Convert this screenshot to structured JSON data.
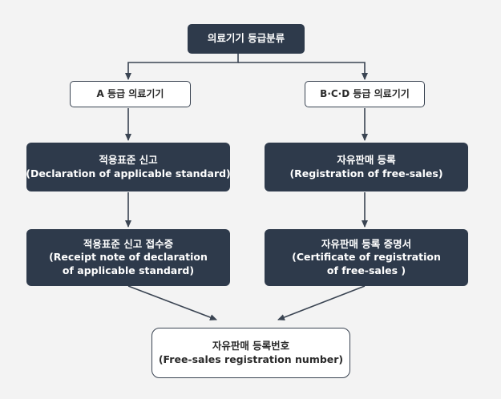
{
  "diagram": {
    "root": {
      "label": "의료기기 등급분류"
    },
    "left_branch": {
      "header": "A 등급 의료기기",
      "step1": {
        "line1": "적용표준 신고",
        "line2": "(Declaration of applicable standard)"
      },
      "step2": {
        "line1": "적용표준 신고 접수증",
        "line2": "(Receipt note of declaration",
        "line3": "of applicable standard)"
      }
    },
    "right_branch": {
      "header": "B·C·D 등급 의료기기",
      "step1": {
        "line1": "자유판매 등록",
        "line2": "(Registration of free-sales)"
      },
      "step2": {
        "line1": "자유판매 등록 증명서",
        "line2": "(Certificate of registration",
        "line3": "of free-sales )"
      }
    },
    "final": {
      "line1": "자유판매 등록번호",
      "line2": "(Free-sales registration number)"
    }
  },
  "colors": {
    "dark_box": "#2e3a4b",
    "outline": "#3a4452",
    "arrow": "#3a4452",
    "background": "#f3f3f3"
  }
}
